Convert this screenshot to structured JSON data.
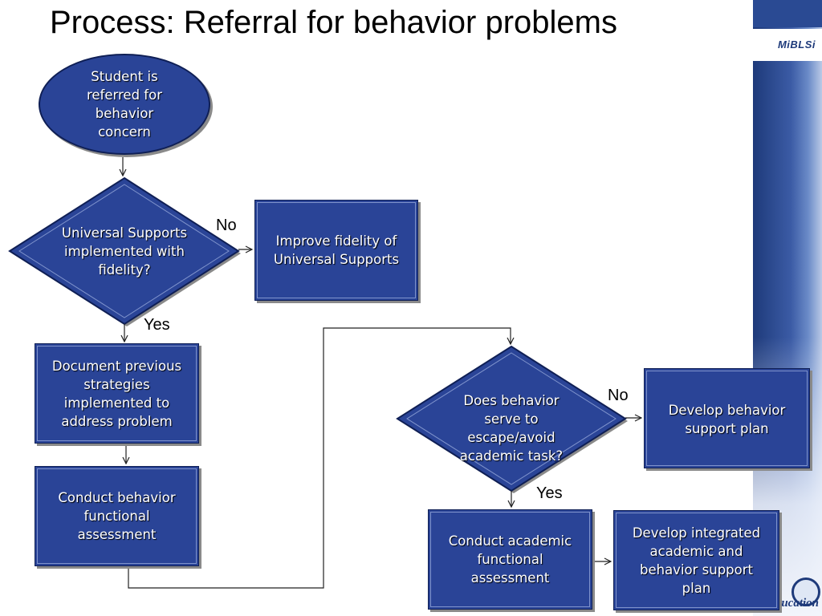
{
  "title": "Process: Referral for behavior problems",
  "branding": {
    "logo_text": "MiBLSi",
    "corner_text": "Education"
  },
  "nodes": {
    "referral": "Student is\nreferred for\nbehavior\nconcern",
    "universal_decision": "Universal Supports\nimplemented with\nfidelity?",
    "improve_fidelity": "Improve fidelity of\nUniversal Supports",
    "document_strategies": "Document previous\nstrategies\nimplemented to\naddress problem",
    "behavior_fba": "Conduct behavior\nfunctional\nassessment",
    "escape_decision": "Does behavior\nserve to\nescape/avoid\nacademic task?",
    "behavior_plan": "Develop behavior\nsupport plan",
    "academic_fba": "Conduct academic\nfunctional\nassessment",
    "integrated_plan": "Develop integrated\nacademic and\nbehavior support\nplan"
  },
  "labels": {
    "no_1": "No",
    "yes_1": "Yes",
    "no_2": "No",
    "yes_2": "Yes"
  },
  "colors": {
    "shape_fill": "#2a4497",
    "shape_border": "#0f1f55",
    "sidebar": "#2a4a93"
  }
}
